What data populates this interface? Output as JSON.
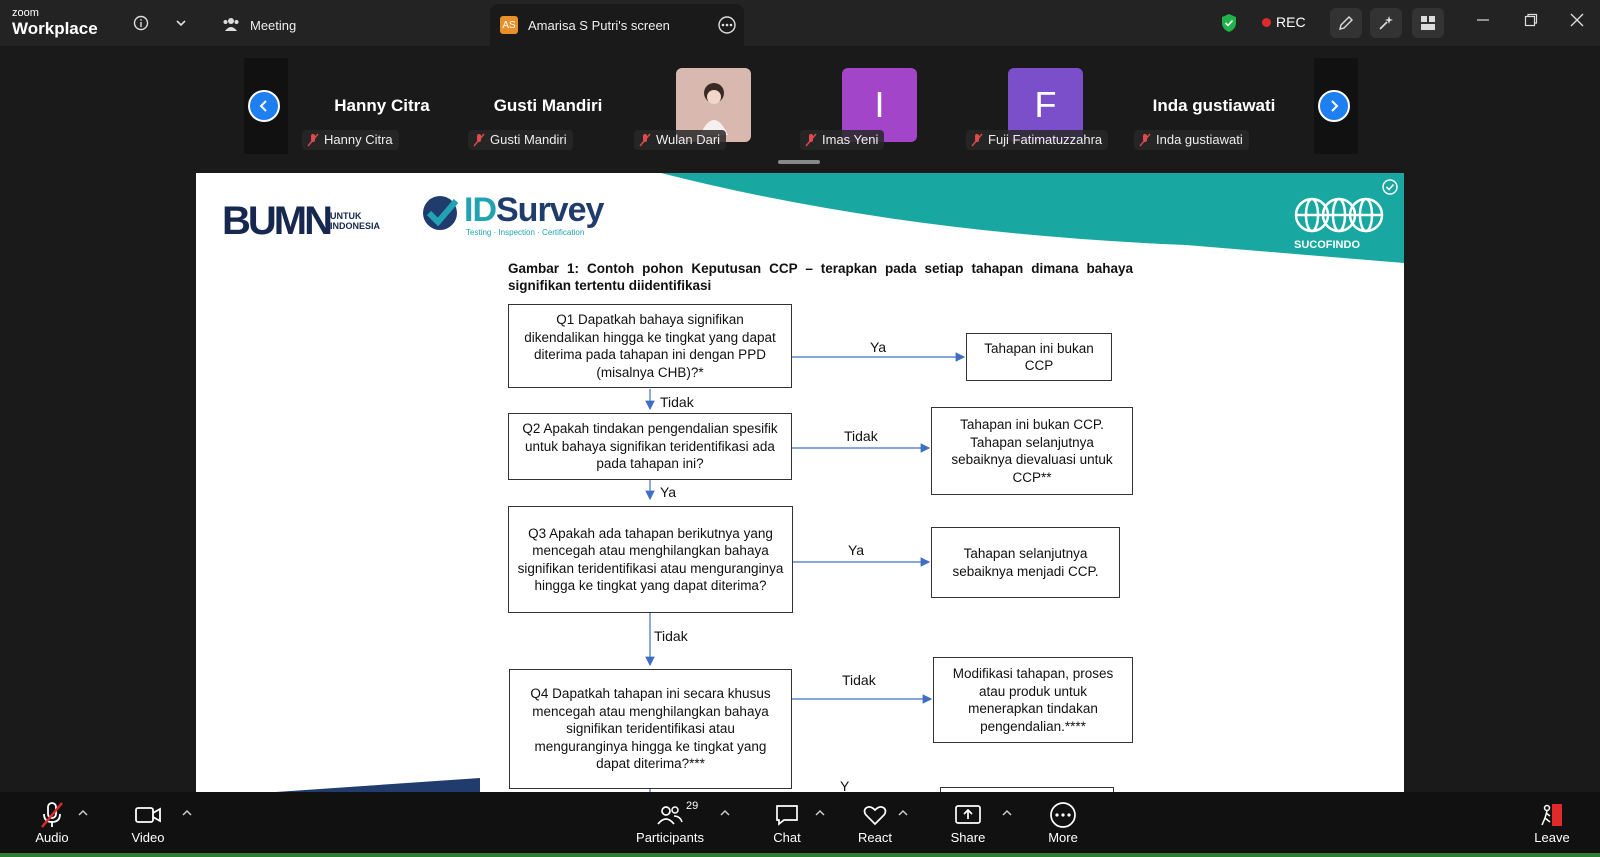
{
  "app": {
    "brand_small": "zoom",
    "brand_large": "Workplace"
  },
  "tabs": [
    {
      "label": "Meeting",
      "active": false
    },
    {
      "label": "Amarisa S Putri's screen",
      "badge": "AS",
      "active": true
    }
  ],
  "status": {
    "rec_label": "REC"
  },
  "participants": [
    {
      "display": "Hanny Citra",
      "label": "Hanny Citra",
      "type": "name"
    },
    {
      "display": "Gusti Mandiri",
      "label": "Gusti Mandiri",
      "type": "name"
    },
    {
      "display": "",
      "label": "Wulan Dari",
      "type": "photo"
    },
    {
      "display": "I",
      "label": "Imas Yeni",
      "type": "letter",
      "color": "#a345c9"
    },
    {
      "display": "F",
      "label": "Fuji Fatimatuzzahra",
      "type": "letter",
      "color": "#7b4fc9"
    },
    {
      "display": "Inda gustiawati",
      "label": "Inda gustiawati",
      "type": "name"
    }
  ],
  "slide": {
    "logo_bumn": "BUMN",
    "logo_bumn_sub1": "UNTUK",
    "logo_bumn_sub2": "INDONESIA",
    "logo_ids_id": "ID",
    "logo_ids_survey": "Survey",
    "logo_ids_sub": "Testing · Inspection · Certification",
    "logo_suco": "SUCOFINDO",
    "figure_title": "Gambar 1: Contoh pohon Keputusan CCP – terapkan pada setiap tahapan dimana bahaya signifikan tertentu diidentifikasi",
    "q1": "Q1 Dapatkah bahaya signifikan dikendalikan hingga ke tingkat yang dapat diterima pada tahapan ini dengan PPD (misalnya CHB)?*",
    "q2": "Q2 Apakah tindakan pengendalian spesifik untuk bahaya signifikan teridentifikasi ada pada tahapan ini?",
    "q3": "Q3 Apakah ada tahapan berikutnya yang mencegah atau menghilangkan bahaya signifikan teridentifikasi atau menguranginya hingga ke tingkat yang dapat diterima?",
    "q4": "Q4 Dapatkah tahapan ini secara khusus mencegah atau menghilangkan bahaya signifikan teridentifikasi atau menguranginya hingga ke tingkat yang dapat diterima?***",
    "r1": "Tahapan ini bukan CCP",
    "r2": "Tahapan ini bukan CCP. Tahapan selanjutnya sebaiknya dievaluasi untuk CCP**",
    "r3": "Tahapan selanjutnya sebaiknya menjadi CCP.",
    "r4": "Modifikasi tahapan, proses atau produk untuk menerapkan tindakan pengendalian.****",
    "lbl_ya1": "Ya",
    "lbl_tidak1": "Tidak",
    "lbl_tidak2": "Tidak",
    "lbl_ya2": "Ya",
    "lbl_ya3": "Ya",
    "lbl_tidak3": "Tidak",
    "lbl_tidak4": "Tidak",
    "lbl_cut": "Y"
  },
  "toolbar": {
    "audio": "Audio",
    "video": "Video",
    "participants": "Participants",
    "participants_count": "29",
    "chat": "Chat",
    "react": "React",
    "share": "Share",
    "more": "More",
    "leave": "Leave"
  }
}
